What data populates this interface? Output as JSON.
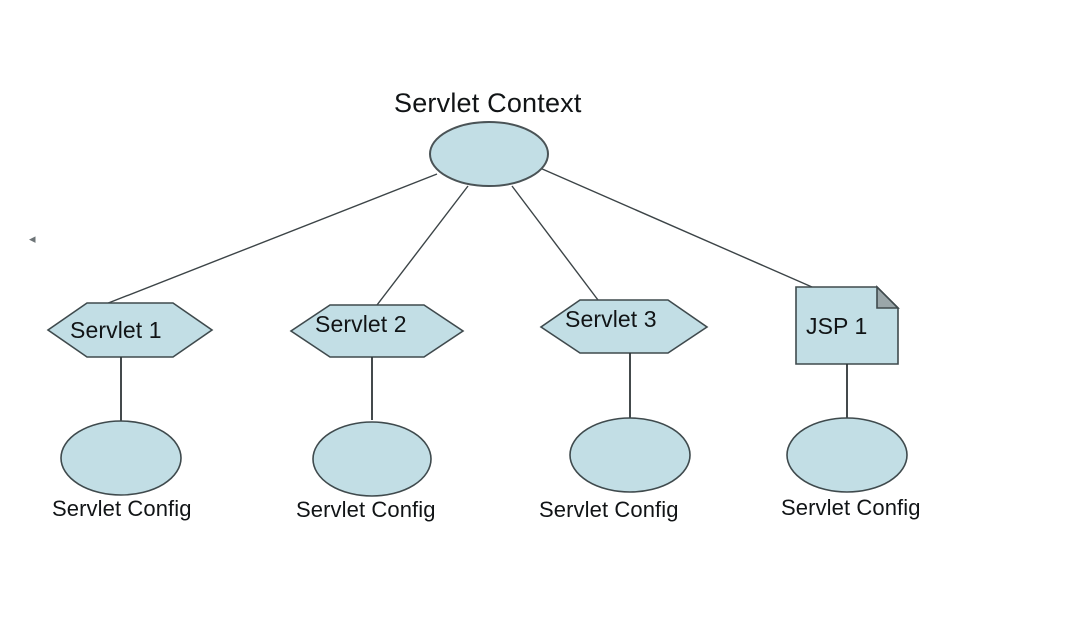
{
  "diagram": {
    "title": "Servlet Context",
    "background_color": "#ffffff",
    "shape_fill_color": "#c2dee5",
    "shape_stroke_color": "#4a5356",
    "text_color": "#111416",
    "root": {
      "label": "Servlet Context",
      "shape": "ellipse"
    },
    "children": [
      {
        "label": "Servlet 1",
        "shape": "hexagon",
        "child": {
          "label": "Servlet Config",
          "shape": "ellipse"
        }
      },
      {
        "label": "Servlet 2",
        "shape": "hexagon",
        "child": {
          "label": "Servlet Config",
          "shape": "ellipse"
        }
      },
      {
        "label": "Servlet 3",
        "shape": "hexagon",
        "child": {
          "label": "Servlet Config",
          "shape": "ellipse"
        }
      },
      {
        "label": "JSP 1",
        "shape": "document-note",
        "child": {
          "label": "Servlet Config",
          "shape": "ellipse"
        }
      }
    ],
    "artifacts": {
      "stray_chevron": "◂"
    }
  }
}
